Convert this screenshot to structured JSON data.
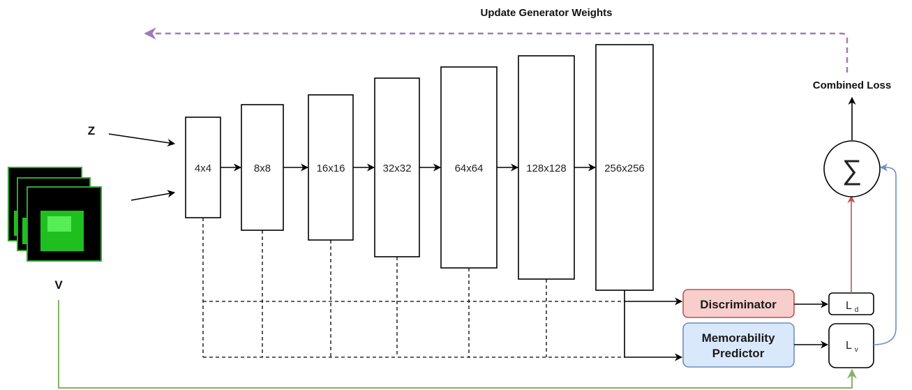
{
  "header": {
    "update_label": "Update Generator Weights"
  },
  "inputs": {
    "z_label": "Z",
    "v_label": "V"
  },
  "generator": {
    "blocks": [
      "4x4",
      "8x8",
      "16x16",
      "32x32",
      "64x64",
      "128x128",
      "256x256"
    ]
  },
  "heads": {
    "discriminator_label": "Discriminator",
    "memorability_line1": "Memorability",
    "memorability_line2": "Predictor"
  },
  "losses": {
    "ld_main": "L",
    "ld_sub": "d",
    "lv_main": "L",
    "lv_sub": "v",
    "sum_symbol": "∑",
    "combined_label": "Combined Loss"
  },
  "colors": {
    "update_arrow": "#a07ab8",
    "discriminator_fill": "#f8cecc",
    "discriminator_stroke": "#b85450",
    "memorability_fill": "#dae8fc",
    "memorability_stroke": "#6c8ebf",
    "ld_to_sum": "#b85450",
    "lv_to_sum": "#6c8ebf",
    "v_feedback": "#82b366",
    "image_green": "#1fbf1f"
  }
}
